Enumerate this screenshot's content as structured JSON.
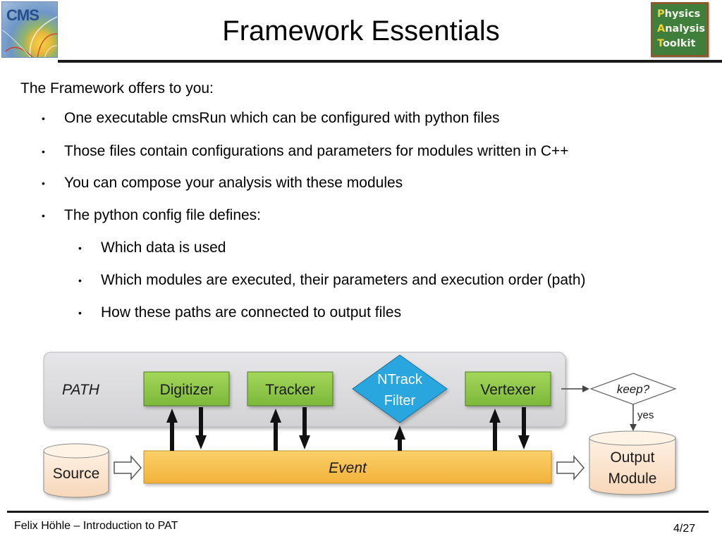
{
  "header": {
    "title": "Framework Essentials",
    "left_logo": {
      "icon": "cms-logo",
      "text": "CMS"
    },
    "right_logo": {
      "icon": "physics-analysis-toolkit-logo",
      "lines": [
        {
          "cap": "P",
          "rest": "hysics"
        },
        {
          "cap": "A",
          "rest": "nalysis"
        },
        {
          "cap": "T",
          "rest": "oolkit"
        }
      ]
    }
  },
  "content": {
    "intro": "The Framework offers to you:",
    "bullets": [
      "One executable cmsRun which can be configured with python files",
      "Those files contain configurations and  parameters for modules written in C++",
      "You can compose your analysis with these modules",
      "The python config file defines:"
    ],
    "sub_bullets": [
      "Which data is used",
      "Which modules are executed, their parameters and execution order (path)",
      "How these paths are connected to output files"
    ],
    "bullet_symbol": "•"
  },
  "diagram": {
    "path_label": "PATH",
    "modules": [
      "Digitizer",
      "Tracker",
      "Vertexer"
    ],
    "filter": {
      "line1": "NTrack",
      "line2": "Filter"
    },
    "decision": "keep?",
    "decision_yes": "yes",
    "source": "Source",
    "event": "Event",
    "output": {
      "line1": "Output",
      "line2": "Module"
    },
    "colors": {
      "module_fill": "#8cc63f",
      "filter_fill": "#29a8e0",
      "event_fill": "#f8c24a",
      "container_fill": "#dcdcde",
      "cylinder_fill": "#fde6d2"
    }
  },
  "footer": {
    "author_title": "Felix Höhle – Introduction to PAT",
    "page": "4/27"
  }
}
